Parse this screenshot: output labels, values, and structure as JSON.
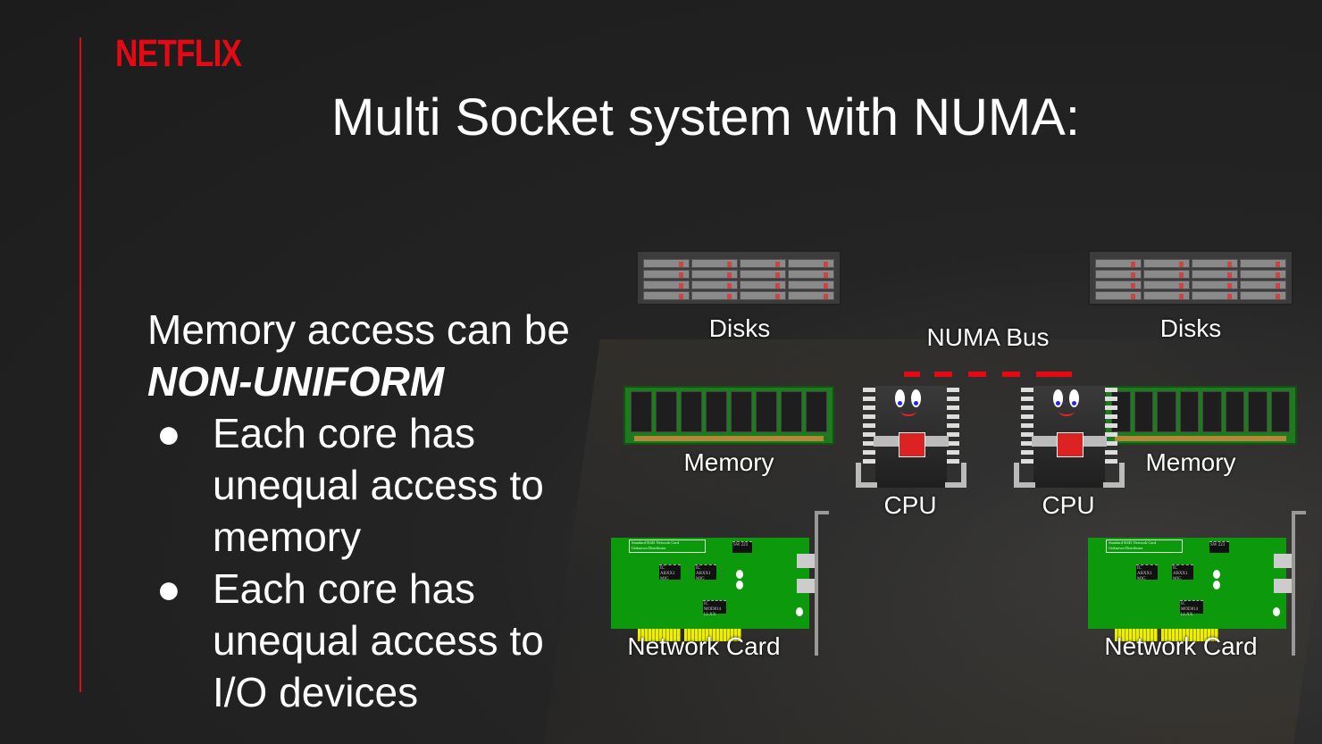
{
  "brand": {
    "logo": "NETFLIX",
    "color": "#e50914"
  },
  "slide": {
    "title": "Multi Socket system with NUMA:",
    "intro_line1": "Memory access can be",
    "intro_emphasis": "NON-UNIFORM",
    "bullets": [
      {
        "glyph": "●",
        "lines": [
          "Each core has",
          "unequal access to",
          "memory"
        ]
      },
      {
        "glyph": "●",
        "lines": [
          "Each core has",
          "unequal access to",
          "I/O devices"
        ]
      }
    ]
  },
  "diagram": {
    "disks_left": "Disks",
    "disks_right": "Disks",
    "bus": "NUMA Bus",
    "memory_left": "Memory",
    "memory_right": "Memory",
    "cpu_left": "CPU",
    "cpu_right": "CPU",
    "nic_left": "Network Card",
    "nic_right": "Network Card",
    "nic_sticker_1": "Standard RJ45 Network Card",
    "nic_sticker_2": "Unknown Distributor",
    "nic_chip_sw": "SW 223",
    "nic_chip_ic": "IC ABXX1 MIG",
    "nic_chip_mod": "IC MOD814 LLXX"
  }
}
